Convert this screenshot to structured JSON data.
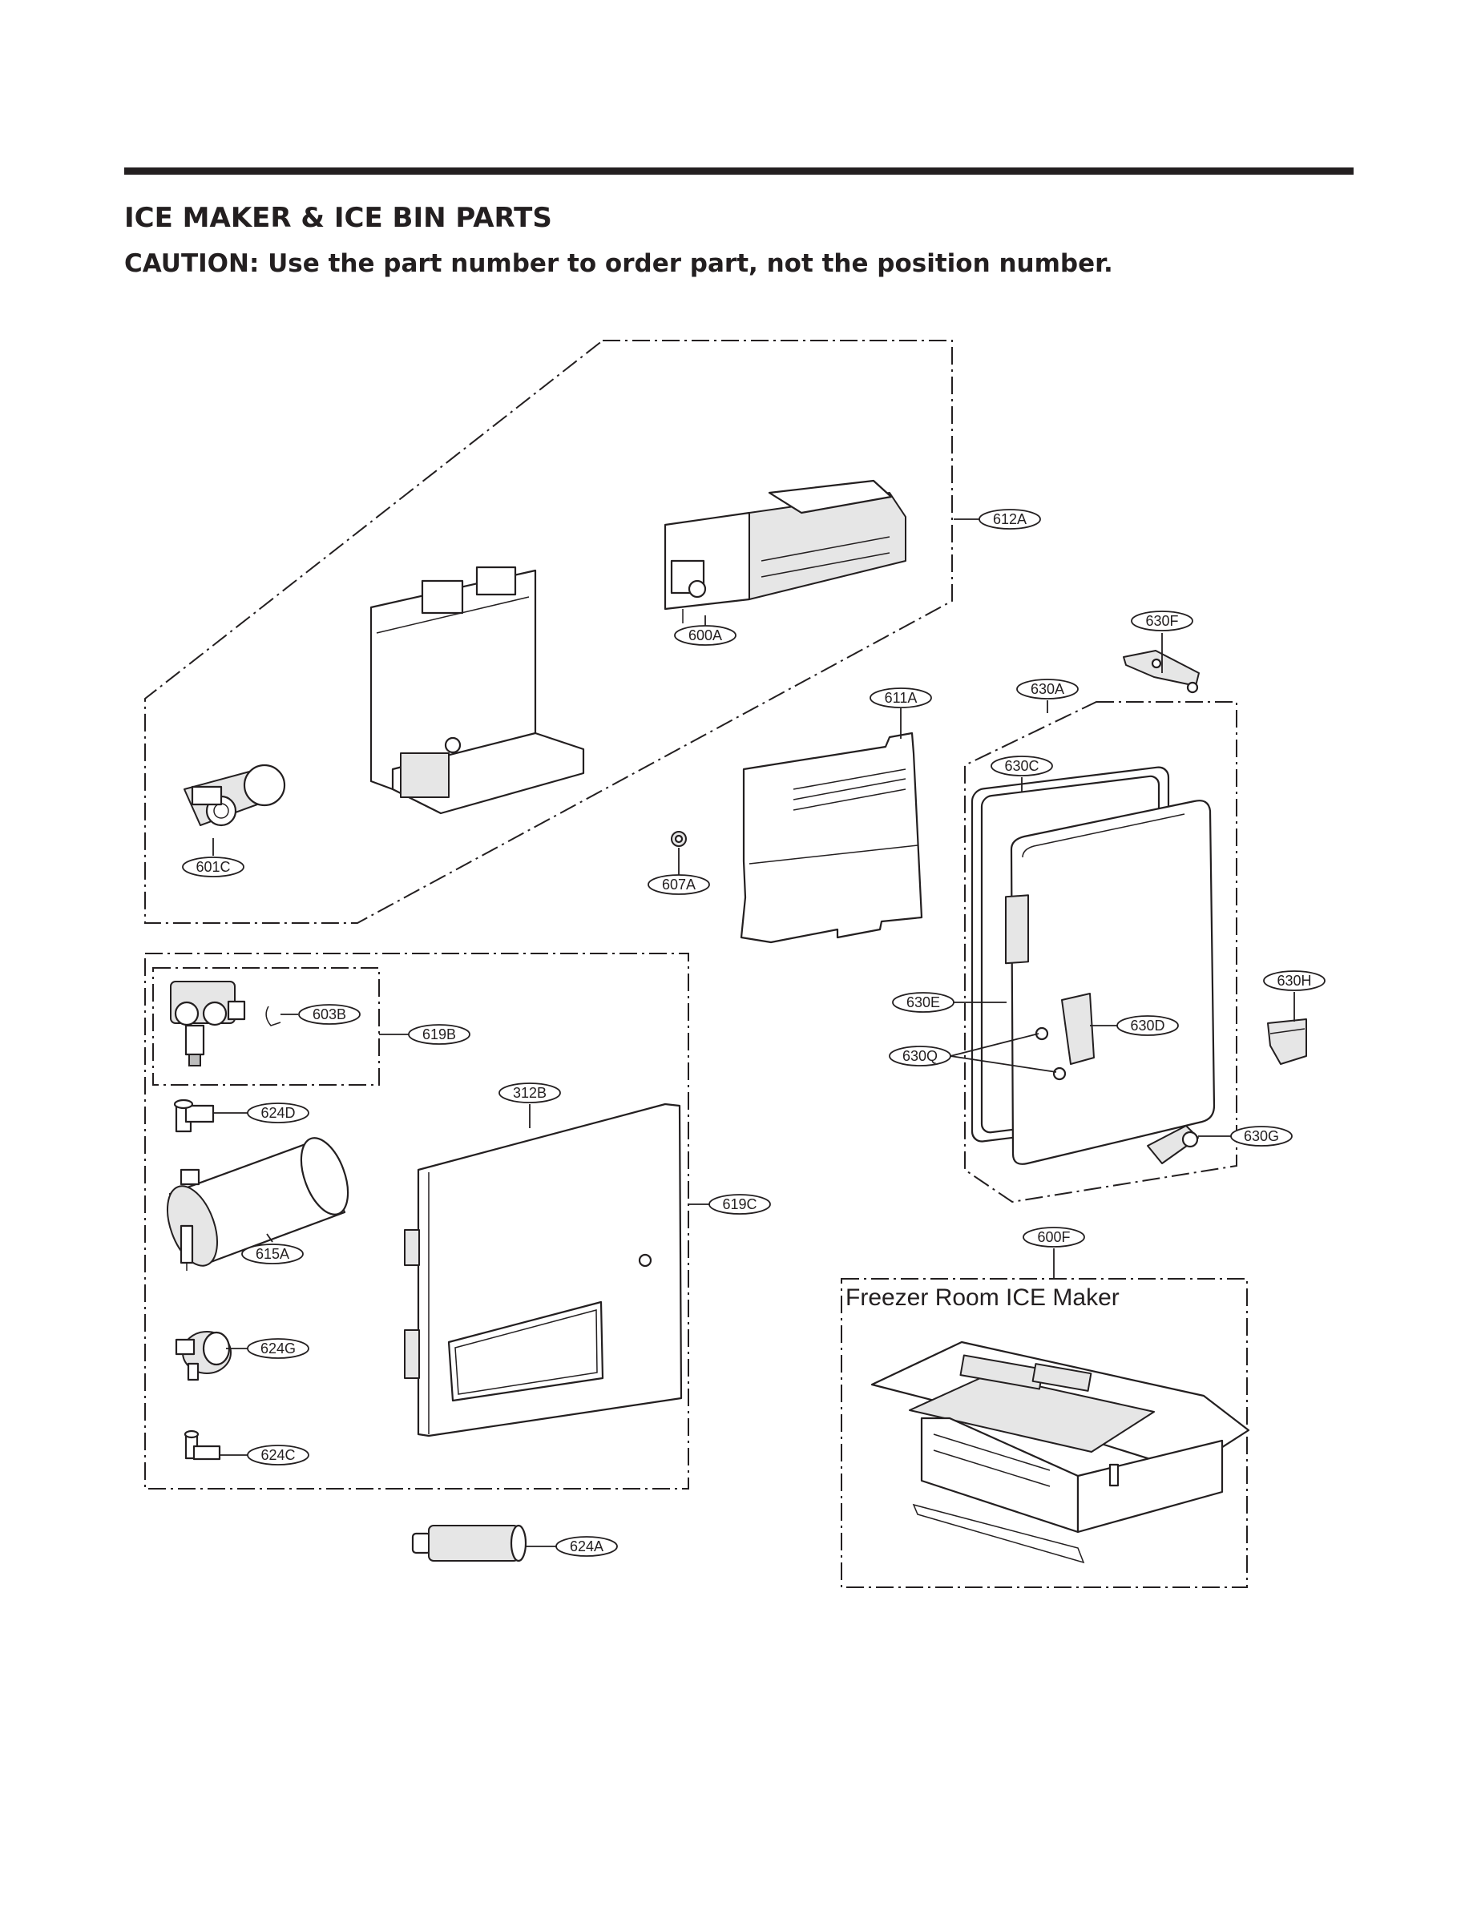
{
  "header": {
    "title": "ICE MAKER & ICE BIN PARTS",
    "caution": "CAUTION: Use the part number to order part, not the position number."
  },
  "callouts": {
    "612A": "612A",
    "600A": "600A",
    "601C": "601C",
    "607A": "607A",
    "611A": "611A",
    "630F": "630F",
    "630A": "630A",
    "630C": "630C",
    "630E": "630E",
    "630Q": "630Q",
    "630D": "630D",
    "630H": "630H",
    "630G": "630G",
    "603B": "603B",
    "619B": "619B",
    "624D": "624D",
    "312B": "312B",
    "619C": "619C",
    "615A": "615A",
    "624G": "624G",
    "624C": "624C",
    "624A": "624A",
    "600F": "600F"
  },
  "groups": {
    "freezer_room_label": "Freezer Room ICE Maker"
  }
}
